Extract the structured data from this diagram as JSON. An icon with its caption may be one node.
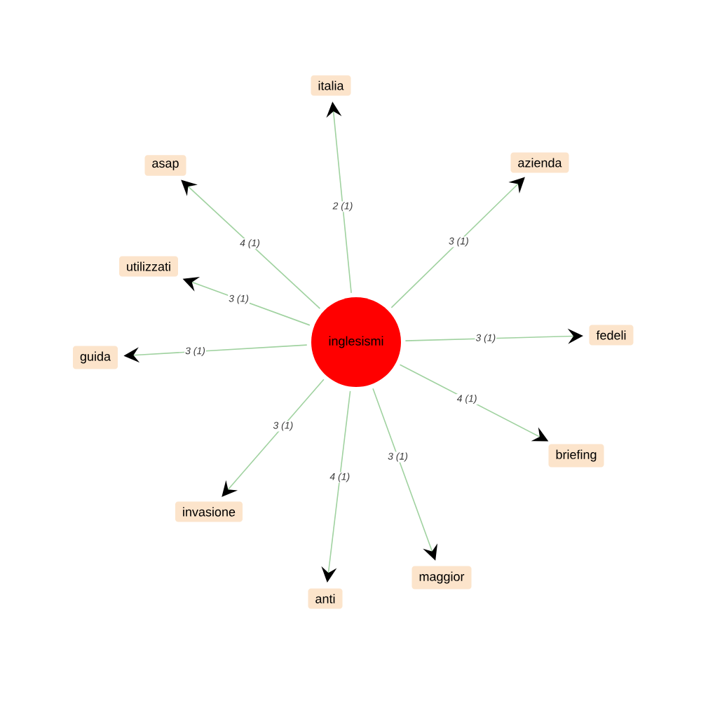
{
  "diagram": {
    "nodes": [
      {
        "text": [
          "inglesismi"
        ]
      },
      {
        "text": [
          "italia"
        ]
      },
      {
        "text": [
          "asap"
        ]
      },
      {
        "text": [
          "azienda"
        ]
      },
      {
        "text": [
          "utilizzati"
        ]
      },
      {
        "text": [
          "guida"
        ]
      },
      {
        "text": [
          "fedeli"
        ]
      },
      {
        "text": [
          "briefing"
        ]
      },
      {
        "text": [
          "invasione"
        ]
      },
      {
        "text": [
          "anti"
        ]
      },
      {
        "text": [
          "maggior"
        ]
      }
    ],
    "edges": [
      {
        "from": 0,
        "to": 1,
        "arrow": "to",
        "label": "2 (1)"
      },
      {
        "from": 0,
        "to": 2,
        "arrow": "to",
        "label": "4 (1)"
      },
      {
        "from": 0,
        "to": 3,
        "arrow": "to",
        "label": "3 (1)"
      },
      {
        "from": 0,
        "to": 4,
        "arrow": "to",
        "label": "3 (1)"
      },
      {
        "from": 0,
        "to": 5,
        "arrow": "to",
        "label": "3 (1)"
      },
      {
        "from": 0,
        "to": 6,
        "arrow": "to",
        "label": "3 (1)"
      },
      {
        "from": 0,
        "to": 7,
        "arrow": "to",
        "label": "4 (1)"
      },
      {
        "from": 0,
        "to": 8,
        "arrow": "to",
        "label": "3 (1)"
      },
      {
        "from": 0,
        "to": 9,
        "arrow": "to",
        "label": "4 (1)"
      },
      {
        "from": 0,
        "to": 10,
        "arrow": "to",
        "label": "3 (1)"
      }
    ]
  }
}
